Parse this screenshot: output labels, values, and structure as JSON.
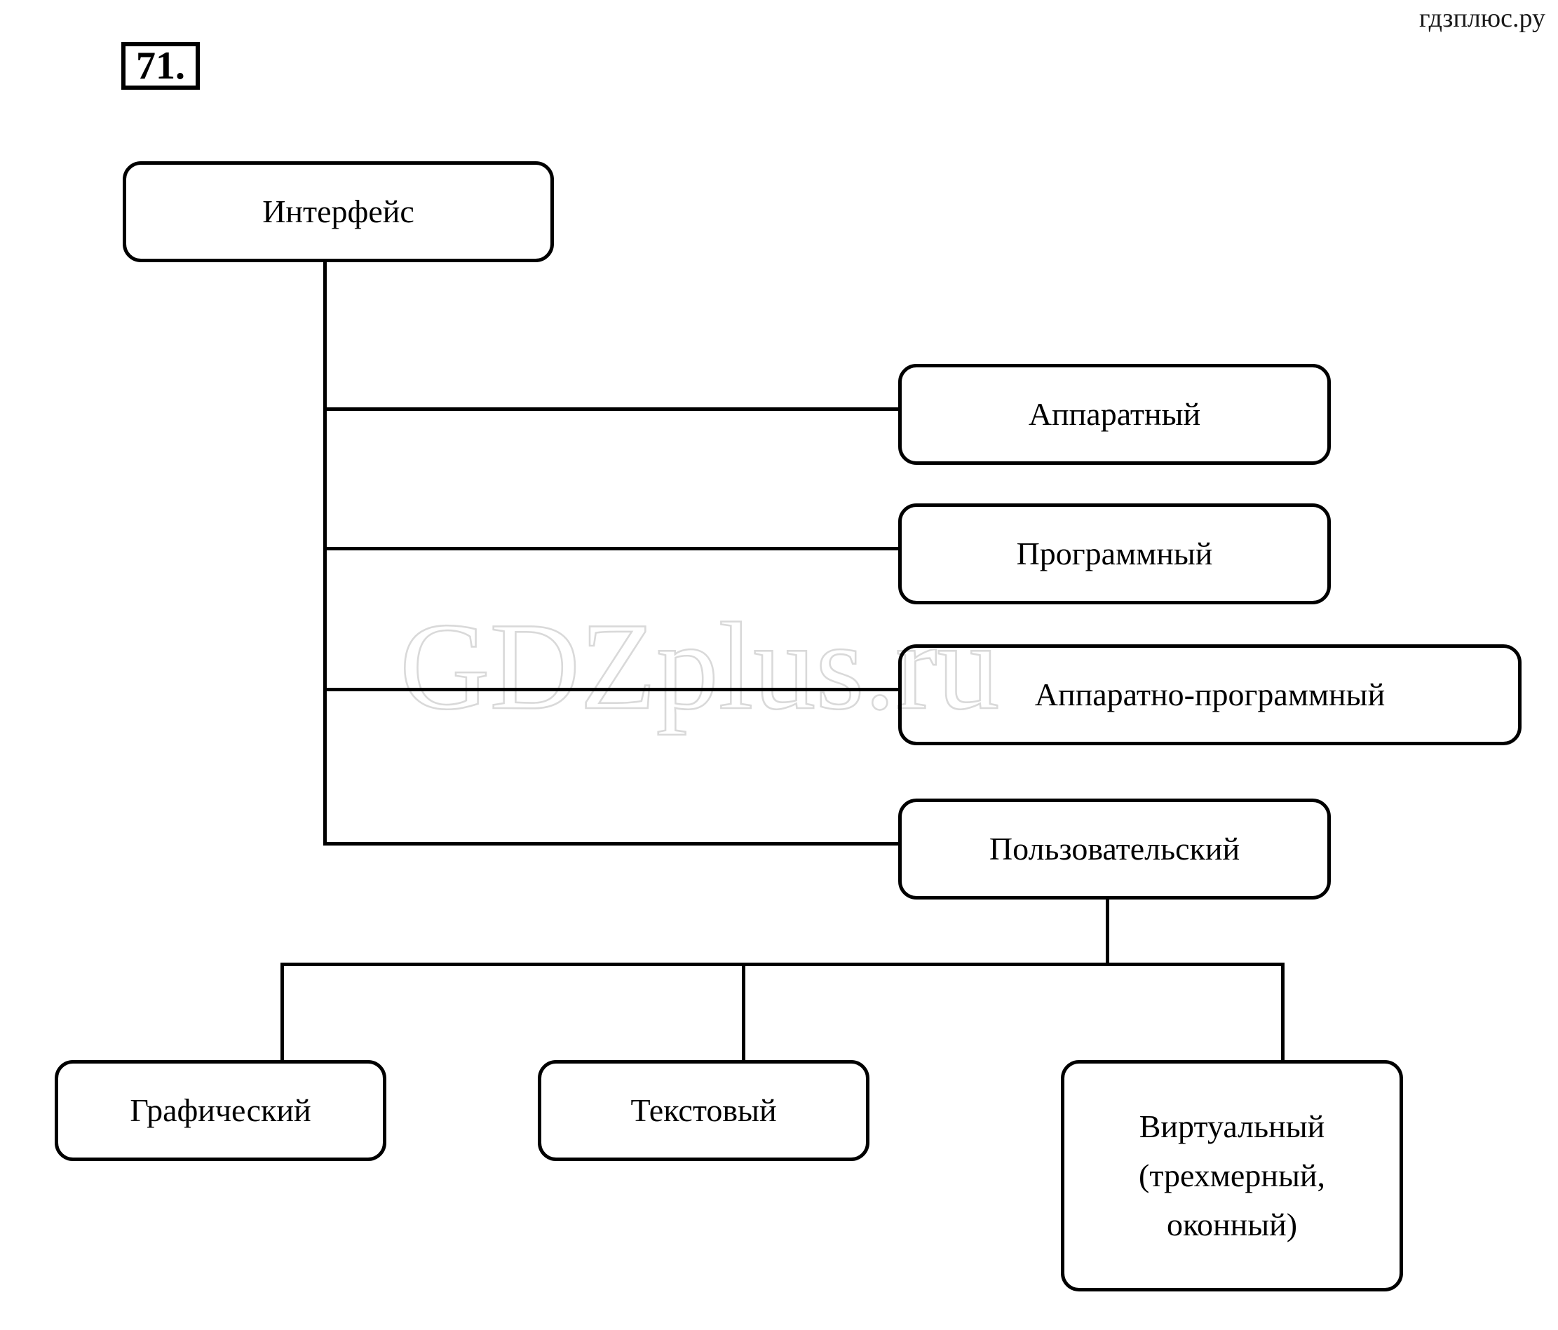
{
  "page": {
    "corner_watermark": "гдзплюс.ру",
    "ghost_watermark": "GDZplus.ru",
    "task_number": "71."
  },
  "diagram": {
    "type": "tree",
    "title": "Интерфейс",
    "root": {
      "id": "interface",
      "label": "Интерфейс"
    },
    "level1": [
      {
        "id": "hardware",
        "label": "Аппаратный"
      },
      {
        "id": "software",
        "label": "Программный"
      },
      {
        "id": "hardware-software",
        "label": "Аппаратно-программный"
      },
      {
        "id": "user",
        "label": "Пользовательский"
      }
    ],
    "level2_parent": "Пользовательский",
    "level2": [
      {
        "id": "graphical",
        "label": "Графический"
      },
      {
        "id": "textual",
        "label": "Текстовый"
      },
      {
        "id": "virtual",
        "label": "Виртуальный\n(трехмерный,\nоконный)"
      }
    ],
    "colors": {
      "line": "#000000",
      "text": "#000000",
      "background": "#ffffff",
      "watermark": "#d9d9d9"
    }
  }
}
